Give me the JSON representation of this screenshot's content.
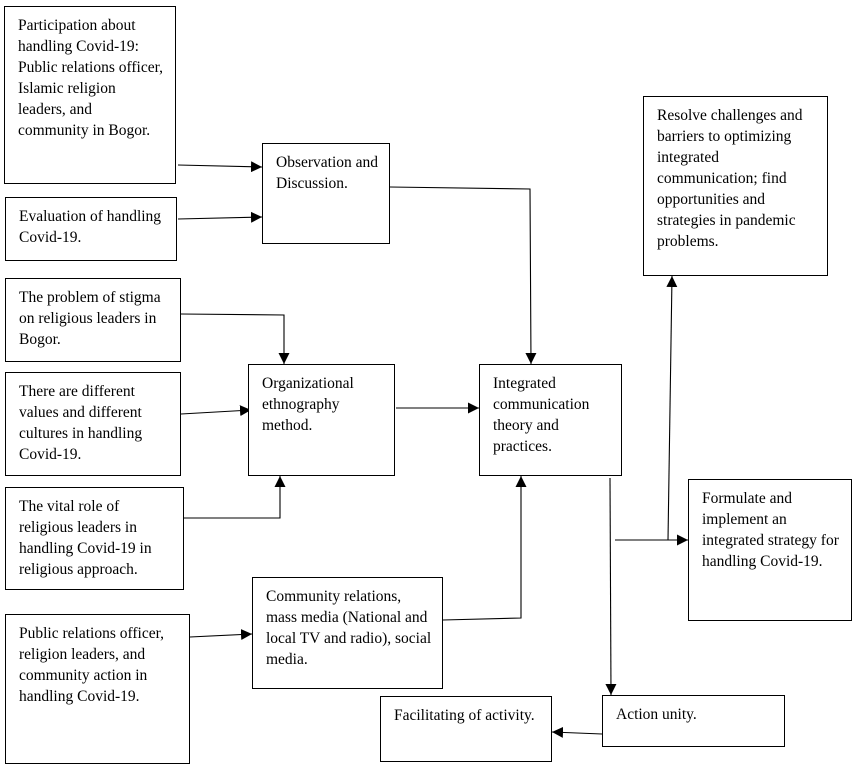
{
  "boxes": {
    "participation": "Participation about handling Covid-19: Public relations officer, Islamic religion leaders, and community in Bogor.",
    "evaluation": "Evaluation of handling Covid-19.",
    "observation": "Observation and Discussion.",
    "stigma": "The problem of stigma on religious leaders in Bogor.",
    "values": "There are different values and different cultures in handling Covid-19.",
    "vital_role": "The vital role of religious leaders in handling Covid-19 in religious approach.",
    "ethnography": "Organizational ethnography method.",
    "integrated_theory": "Integrated communication theory and practices.",
    "resolve": "Resolve challenges and barriers to optimizing integrated communication; find opportunities and strategies in pandemic problems.",
    "formulate": "Formulate and implement an integrated strategy for handling Covid-19.",
    "community_relations": "Community relations, mass media (National and local TV and radio), social media.",
    "pr_action": "Public relations officer, religion leaders, and community action in handling Covid-19.",
    "action_unity": "Action unity.",
    "facilitating": "Facilitating of activity."
  },
  "colors": {
    "line": "#000000",
    "box_border": "#000000",
    "background": "#ffffff"
  }
}
